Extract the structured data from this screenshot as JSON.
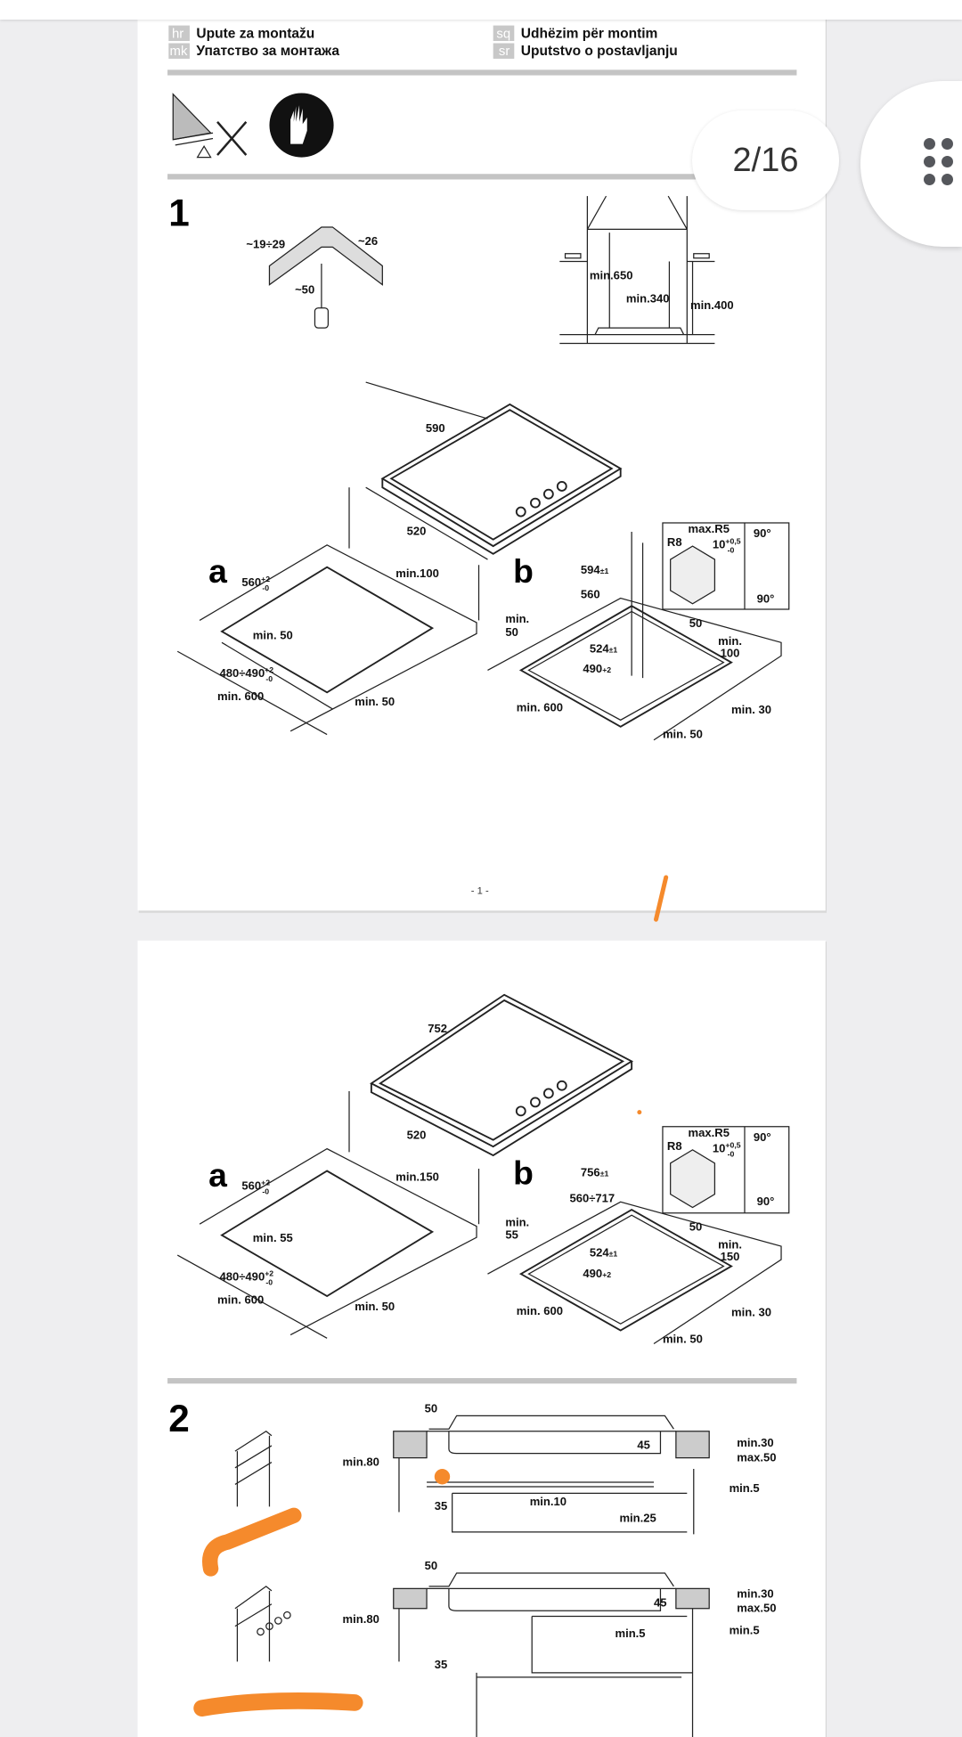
{
  "viewer": {
    "page_indicator": "2/16",
    "menu_icon": "grid-dots-icon"
  },
  "header": {
    "languages": [
      {
        "code": "hr",
        "title": "Upute za montažu"
      },
      {
        "code": "mk",
        "title": "Упатство за монтажа"
      },
      {
        "code": "sq",
        "title": "Udhëzim për montim"
      },
      {
        "code": "sr",
        "title": "Uputstvo o postavljanju"
      }
    ]
  },
  "page1": {
    "step": "1",
    "corner": {
      "a": "~19÷29",
      "b": "~26",
      "c": "~50"
    },
    "hood": {
      "a": "min.650",
      "b": "min.340",
      "c": "min.400"
    },
    "hob": {
      "w": "590",
      "d": "520"
    },
    "cut_a": {
      "letter": "a",
      "w": "560",
      "w_sup": "+2",
      "w_sub": "-0",
      "back": "min.100",
      "side": "min. 50",
      "d": "480÷490",
      "d_sup": "+2",
      "d_sub": "-0",
      "depth": "min. 600",
      "front": "min. 50"
    },
    "cut_b": {
      "letter": "b",
      "w1": "594",
      "w1_tol": "±1",
      "w2": "560",
      "r5": "max.R5",
      "r8": "R8",
      "h": "10",
      "h_sup": "+0,5",
      "h_sub": "-0",
      "ang1": "90°",
      "ang2": "90°",
      "side1": "min.",
      "side2": "50",
      "rim": "50",
      "back1": "min.",
      "back2": "100",
      "d1": "524",
      "d1_tol": "±1",
      "d2": "490",
      "d2_tol": "+2",
      "depth": "min. 600",
      "thick": "min. 30",
      "front": "min. 50"
    },
    "footer": "- 1 -"
  },
  "page2": {
    "hob": {
      "w": "752",
      "d": "520"
    },
    "cut_a": {
      "letter": "a",
      "w": "560",
      "w_sup": "+2",
      "w_sub": "-0",
      "back": "min.150",
      "side": "min. 55",
      "d": "480÷490",
      "d_sup": "+2",
      "d_sub": "-0",
      "depth": "min. 600",
      "front": "min. 50"
    },
    "cut_b": {
      "letter": "b",
      "w1": "756",
      "w1_tol": "±1",
      "w2": "560÷717",
      "r5": "max.R5",
      "r8": "R8",
      "h": "10",
      "h_sup": "+0,5",
      "h_sub": "-0",
      "ang1": "90°",
      "ang2": "90°",
      "side1": "min.",
      "side2": "55",
      "rim": "50",
      "back1": "min.",
      "back2": "150",
      "d1": "524",
      "d1_tol": "±1",
      "d2": "490",
      "d2_tol": "+2",
      "depth": "min. 600",
      "thick": "min. 30",
      "front": "min. 50"
    },
    "step": "2",
    "drawer": {
      "top": "50",
      "h": "min.80",
      "gap45": "45",
      "t1": "min.30",
      "t2": "max.50",
      "s5": "min.5",
      "w35": "35",
      "g10": "min.10",
      "g25": "min.25"
    },
    "oven": {
      "top": "50",
      "h": "min.80",
      "gap45": "45",
      "t1": "min.30",
      "t2": "max.50",
      "s5": "min.5",
      "v5": "min.5",
      "w35": "35"
    }
  },
  "annotation_color": "#f58a2c"
}
